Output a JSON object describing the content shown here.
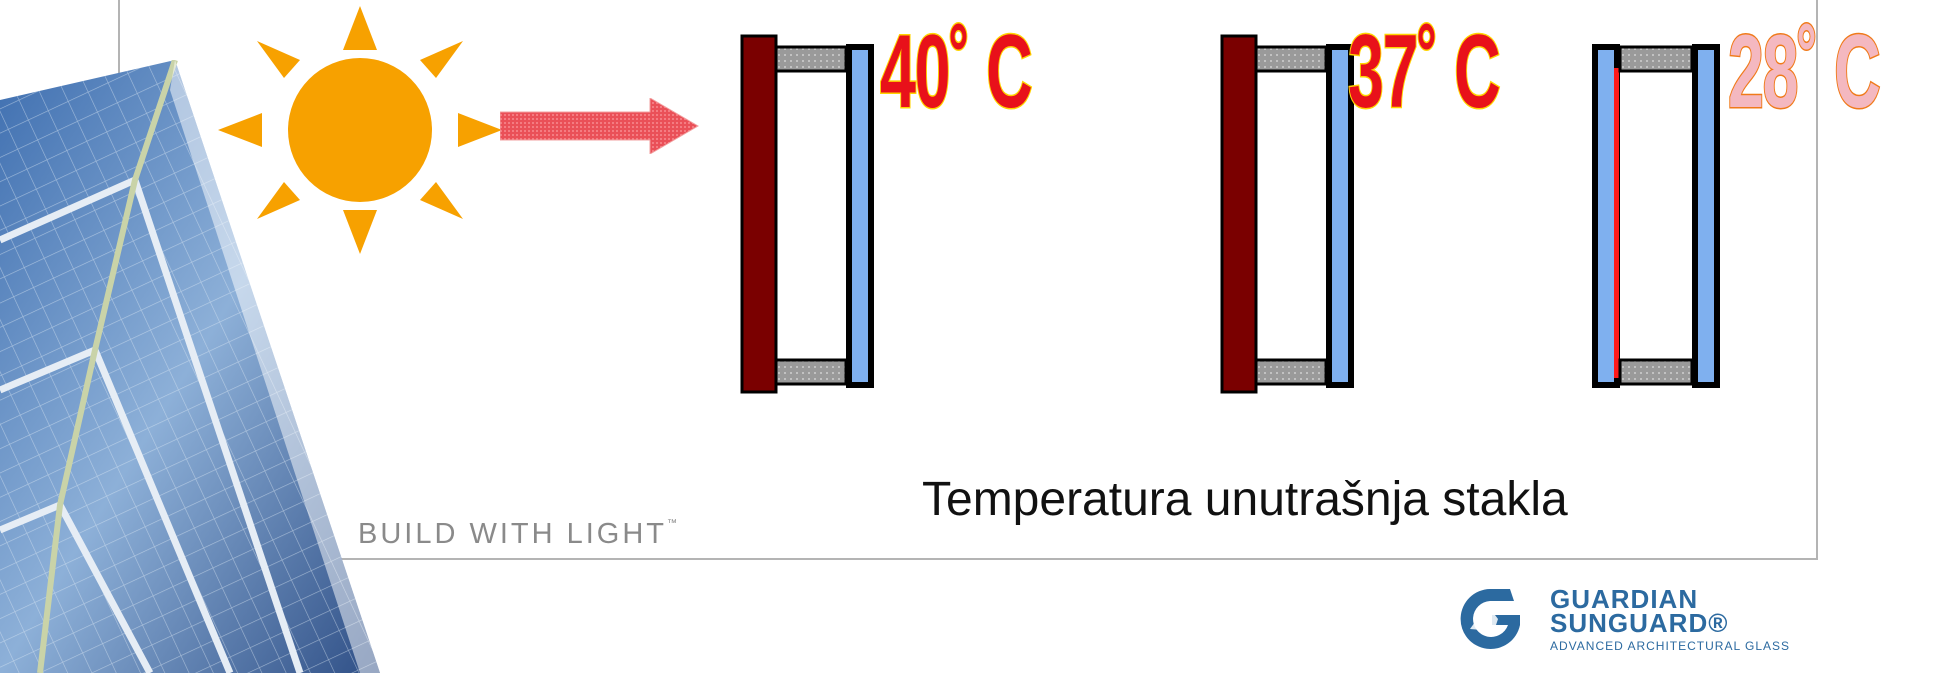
{
  "diagram": {
    "units": [
      {
        "temperature": "40˚ C"
      },
      {
        "temperature": "37˚ C"
      },
      {
        "temperature": "28˚ C"
      }
    ],
    "caption": "Temperatura unutrašnja stakla"
  },
  "branding": {
    "tagline": "BUILD WITH LIGHT",
    "tagline_mark": "™",
    "logo_line1": "GUARDIAN",
    "logo_line2": "SUNGUARD®",
    "logo_line3": "ADVANCED ARCHITECTURAL GLASS"
  },
  "colors": {
    "sun": "#f7a100",
    "arrow": "#e8434a",
    "outer_pane": "#7a0000",
    "inner_pane": "#7fb0ef",
    "coating": "#ff1a1a",
    "spacer": "#9a9a9a",
    "brand": "#2c6aa0"
  }
}
